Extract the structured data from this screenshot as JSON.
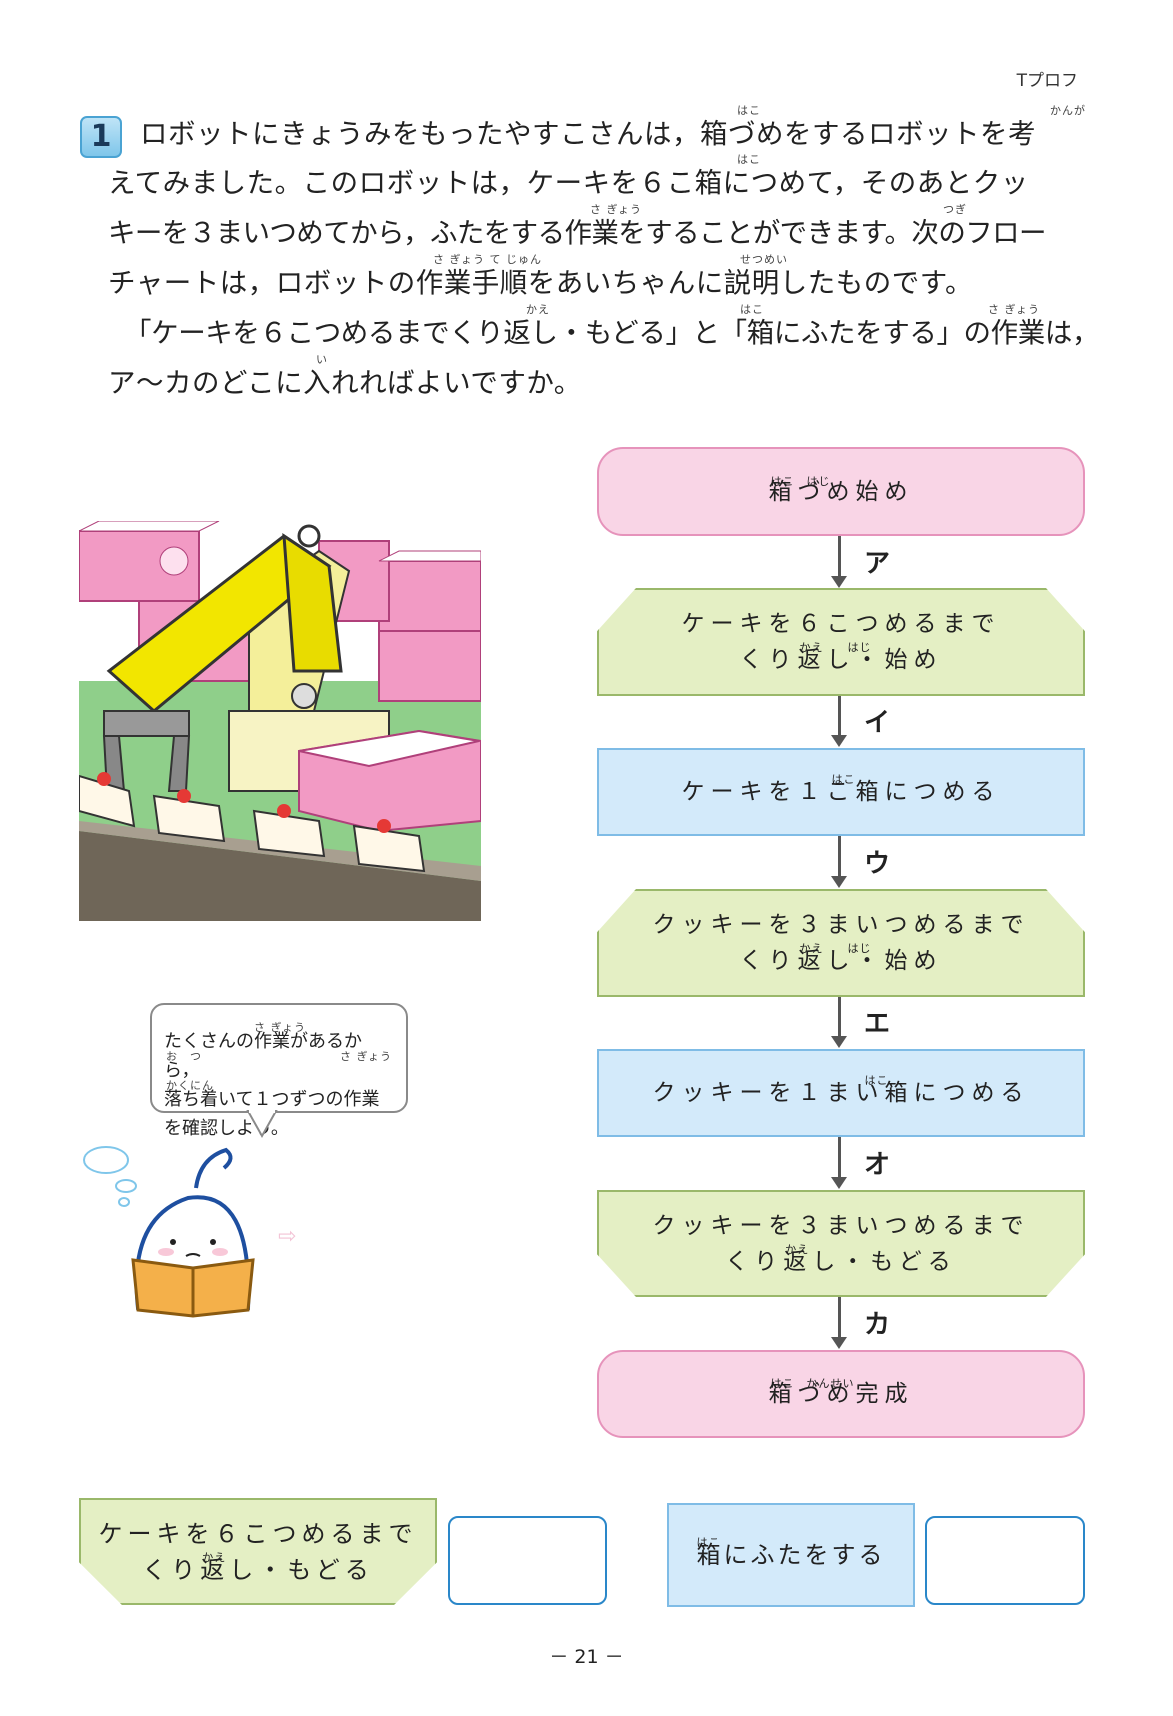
{
  "header": {
    "code": "Tプロフ"
  },
  "question": {
    "number": "1",
    "lines": [
      "ロボットにきょうみをもったやすこさんは，箱づめをするロボットを考",
      "えてみました。このロボットは，ケーキを６こ箱につめて，そのあとクッ",
      "キーを３まいつめてから，ふたをする作業をすることができます。次のフロー",
      "チャートは，ロボットの作業手順をあいちゃんに説明したものです。",
      "「ケーキを６こつめるまでくり返し・もどる」と「箱にふたをする」の作業は，",
      "ア～カのどこに入れればよいですか。"
    ],
    "ruby": [
      "はこ",
      "かんが",
      "はこ",
      "さ ぎょう",
      "つぎ",
      "さ ぎょう て じゅん",
      "せつめい",
      "かえ",
      "はこ",
      "さ ぎょう",
      "い"
    ]
  },
  "flowchart": {
    "start": {
      "text": "箱づめ始め",
      "ruby": "はこ　はじ"
    },
    "loop1_start": {
      "line1": "ケーキを６こつめるまで",
      "line2": "くり返し・始め",
      "ruby": "かえ　　はじ"
    },
    "proc1": {
      "text": "ケーキを１こ箱につめる",
      "ruby": "はこ"
    },
    "loop2_start": {
      "line1": "クッキーを３まいつめるまで",
      "line2": "くり返し・始め",
      "ruby": "かえ　　はじ"
    },
    "proc2": {
      "text": "クッキーを１まい箱につめる",
      "ruby": "はこ"
    },
    "loop2_end": {
      "line1": "クッキーを３まいつめるまで",
      "line2": "くり返し・もどる",
      "ruby": "かえ"
    },
    "end": {
      "text": "箱づめ完成",
      "ruby": "はこ　かんせい"
    },
    "labels": [
      "ア",
      "イ",
      "ウ",
      "エ",
      "オ",
      "カ"
    ]
  },
  "bubble": {
    "lines": [
      "たくさんの作業があるから，",
      "落ち着いて１つずつの作業",
      "を確認しよう。"
    ],
    "ruby": [
      "さ ぎょう",
      "お　つ",
      "さ ぎょう",
      "かくにん"
    ]
  },
  "answers": {
    "card1": {
      "line1": "ケーキを６こつめるまで",
      "line2": "くり返し・もどる",
      "ruby": "かえ"
    },
    "card2": {
      "text": "箱にふたをする",
      "ruby": "はこ"
    }
  },
  "page_number": "－ 21 －"
}
